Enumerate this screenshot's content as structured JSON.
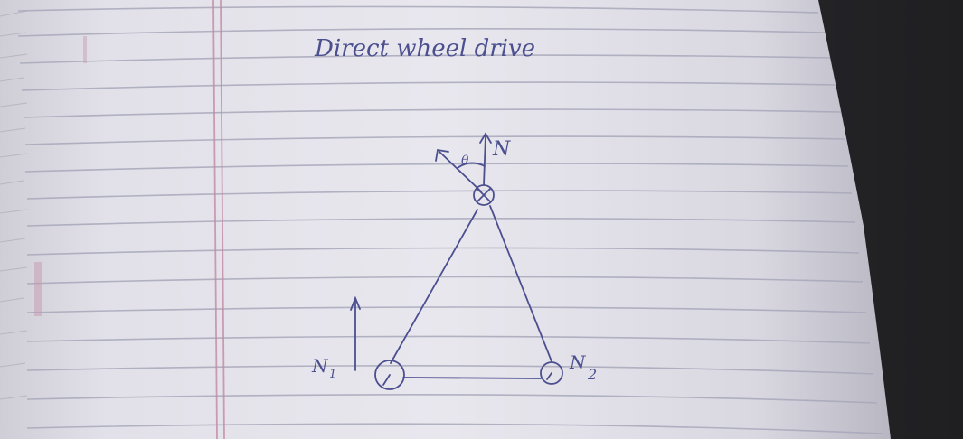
{
  "note": {
    "title": "Direct wheel drive",
    "labels": {
      "top_wheel": "N",
      "angle": "θ",
      "left_wheel": "N",
      "left_subscript": "1",
      "right_wheel": "N",
      "right_subscript": "2"
    }
  },
  "colors": {
    "background": "#2b2b2e",
    "paper": "#e6e3ea",
    "rule_line": "#a7a8ba",
    "margin_line": "#c48aa2",
    "ink": "#4b4f8f"
  }
}
